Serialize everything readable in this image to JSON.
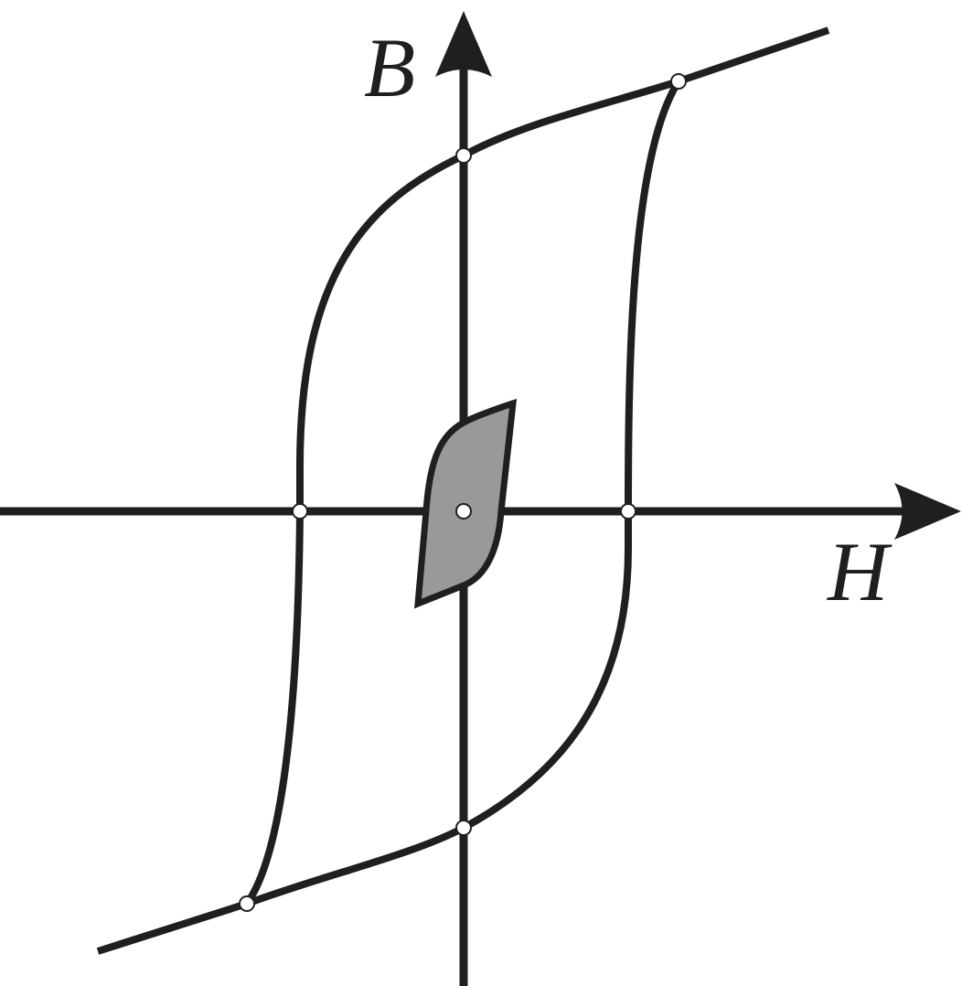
{
  "axes": {
    "horizontal_label": "H",
    "vertical_label": "B"
  },
  "colors": {
    "stroke": "#1f1f1f",
    "minor_loop_fill": "#999999",
    "point_fill": "#ffffff",
    "background": "#ffffff"
  },
  "loops": {
    "major": "hysteresis-loop",
    "minor": "minor-hysteresis-loop"
  },
  "points": [
    "upper-tip",
    "positive-remanence",
    "negative-coercivity",
    "origin",
    "positive-coercivity",
    "negative-remanence",
    "lower-tip"
  ]
}
